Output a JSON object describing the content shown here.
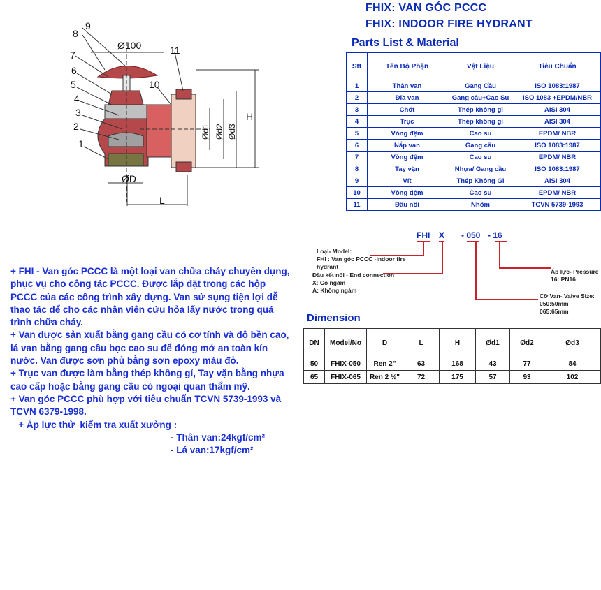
{
  "header": {
    "title_vn": "FHIX: VAN GÓC PCCC",
    "title_en": "FHIX: INDOOR FIRE  HYDRANT",
    "parts_title": "Parts List & Material"
  },
  "drawing": {
    "callouts": [
      "1",
      "2",
      "3",
      "4",
      "5",
      "6",
      "7",
      "8",
      "9",
      "10",
      "11"
    ],
    "dims": {
      "d100": "Ø100",
      "dD": "ØD",
      "dd1": "Ød1",
      "dd2": "Ød2",
      "dd3": "Ød3",
      "H": "H",
      "L": "L"
    }
  },
  "parts_table": {
    "headers": [
      "Stt",
      "Tên Bộ Phận",
      "Vật Liệu",
      "Tiêu Chuẩn"
    ],
    "rows": [
      [
        "1",
        "Thân van",
        "Gang Cầu",
        "ISO 1083:1987"
      ],
      [
        "2",
        "Đĩa van",
        "Gang cầu+Cao Su",
        "ISO 1083 +EPDM/NBR"
      ],
      [
        "3",
        "Chốt",
        "Thép không gỉ",
        "AISI 304"
      ],
      [
        "4",
        "Trục",
        "Thép không gỉ",
        "AISI 304"
      ],
      [
        "5",
        "Vòng đệm",
        "Cao su",
        "EPDM/ NBR"
      ],
      [
        "6",
        "Nắp van",
        "Gang cầu",
        "ISO 1083:1987"
      ],
      [
        "7",
        "Vòng đệm",
        "Cao su",
        "EPDM/ NBR"
      ],
      [
        "8",
        "Tay vặn",
        "Nhựa/ Gang cầu",
        "ISO 1083:1987"
      ],
      [
        "9",
        "Vít",
        "Thép Không Gỉ",
        "AISI 304"
      ],
      [
        "10",
        "Vòng đệm",
        "Cao su",
        "EPDM/ NBR"
      ],
      [
        "11",
        "Đầu nối",
        "Nhôm",
        "TCVN 5739-1993"
      ]
    ]
  },
  "model_code": {
    "parts": [
      "FHI",
      "X",
      "- 050",
      "- 16"
    ],
    "notes": {
      "model": "Loại- Model:\nFHI : Van góc PCCC -Indoor fire\nhydrant",
      "end_connection": "Đầu kết nối - End connection\nX: Có ngàm\nA: Không ngàm",
      "pressure": "Áp lực- Pressure\n16: PN16",
      "valve_size": "Cỡ Van- Valve Size:\n050:50mm\n065:65mm"
    }
  },
  "description": {
    "paragraphs": [
      "+ FHI - Van góc PCCC là một loại van chữa cháy chuyên dụng, phục vụ cho công tác PCCC. Được lắp đặt trong các hộp PCCC của các công trình xây dựng. Van sử sụng tiện lợi dễ thao tác để cho các nhân viên cứu hỏa lấy nước trong quá trình chữa cháy.",
      "+ Van được sản xuất  bằng gang cầu có cơ tính và độ bền cao, lá van bằng gang cầu bọc cao su để đóng mở an toàn kín nước. Van được sơn phủ bằng sơn epoxy màu đỏ.",
      "+ Trục van được làm bằng thép không gỉ, Tay vặn bằng nhựa cao cấp hoặc bằng gang cầu có ngoại quan thẩm mỹ.",
      "+ Van góc PCCC phù hợp với tiêu chuẩn TCVN 5739-1993 và TCVN 6379-1998.",
      "   + Áp lực thử  kiểm tra xuất xưởng :"
    ],
    "pressures": [
      "- Thân van:24kgf/cm²",
      "- Lá van:17kgf/cm²"
    ]
  },
  "dimension": {
    "title": "Dimension",
    "headers": [
      "DN",
      "Model/No",
      "D",
      "L",
      "H",
      "Ød1",
      "Ød2",
      "Ød3"
    ],
    "rows": [
      [
        "50",
        "FHIX-050",
        "Ren 2\"",
        "63",
        "168",
        "43",
        "77",
        "84"
      ],
      [
        "65",
        "FHIX-065",
        "Ren 2 ½\"",
        "72",
        "175",
        "57",
        "93",
        "102"
      ]
    ]
  },
  "colors": {
    "accent": "#0a2bb5",
    "red": "#c8232c",
    "body_red": "#b5484b"
  }
}
